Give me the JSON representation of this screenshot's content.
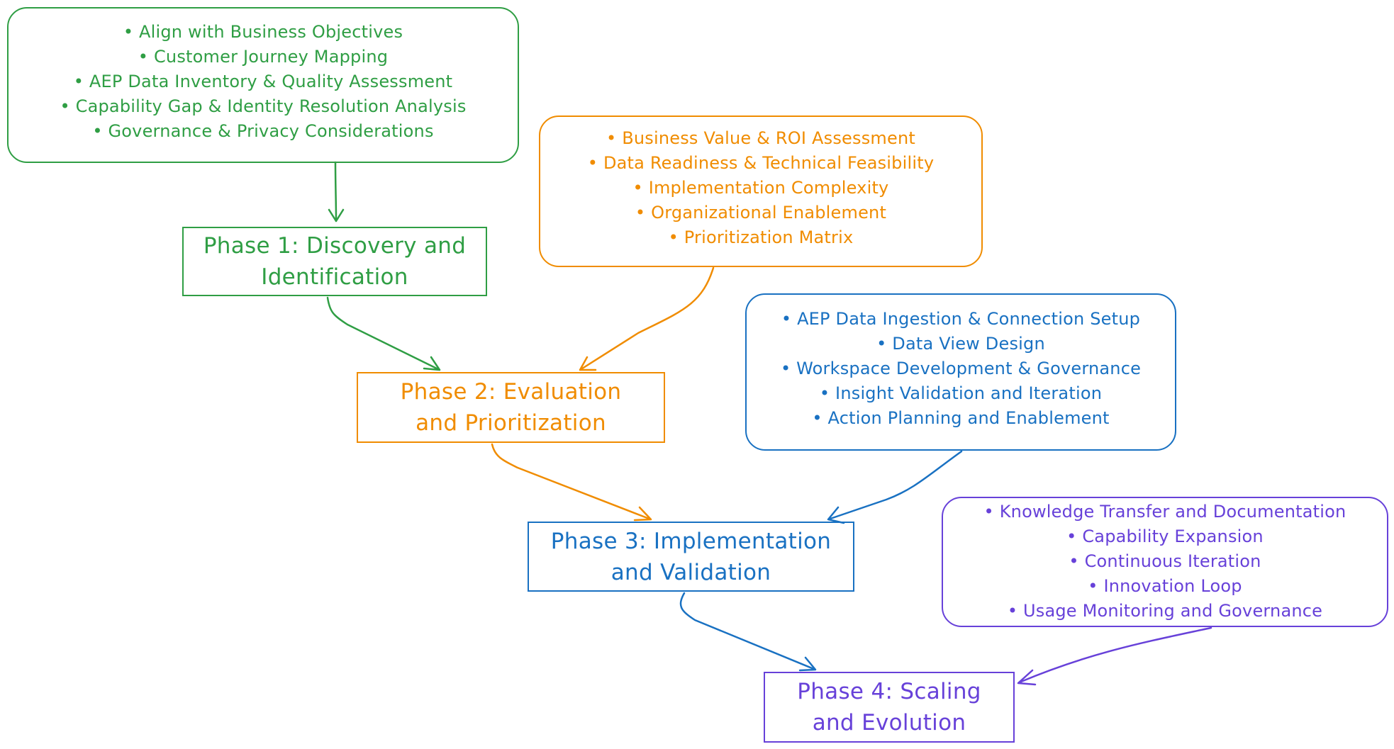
{
  "diagram": {
    "colors": {
      "phase1": "#2f9e44",
      "phase2": "#f08c00",
      "phase3": "#1971c2",
      "phase4": "#6741d9"
    },
    "phases": [
      {
        "title_line1": "Phase 1: Discovery and",
        "title_line2": "Identification",
        "details": [
          "Align with Business Objectives",
          "Customer Journey Mapping",
          "AEP Data Inventory & Quality Assessment",
          "Capability Gap & Identity Resolution Analysis",
          "Governance & Privacy Considerations"
        ]
      },
      {
        "title_line1": "Phase 2: Evaluation",
        "title_line2": "and Prioritization",
        "details": [
          "Business Value & ROI Assessment",
          "Data Readiness & Technical Feasibility",
          "Implementation Complexity",
          "Organizational Enablement",
          "Prioritization Matrix"
        ]
      },
      {
        "title_line1": "Phase 3: Implementation",
        "title_line2": "and Validation",
        "details": [
          "AEP Data Ingestion & Connection Setup",
          "Data View Design",
          "Workspace Development & Governance",
          "Insight Validation and Iteration",
          "Action Planning and Enablement"
        ]
      },
      {
        "title_line1": "Phase 4: Scaling",
        "title_line2": "and Evolution",
        "details": [
          "Knowledge Transfer and Documentation",
          "Capability Expansion",
          "Continuous Iteration",
          "Innovation Loop",
          "Usage Monitoring and Governance"
        ]
      }
    ]
  }
}
